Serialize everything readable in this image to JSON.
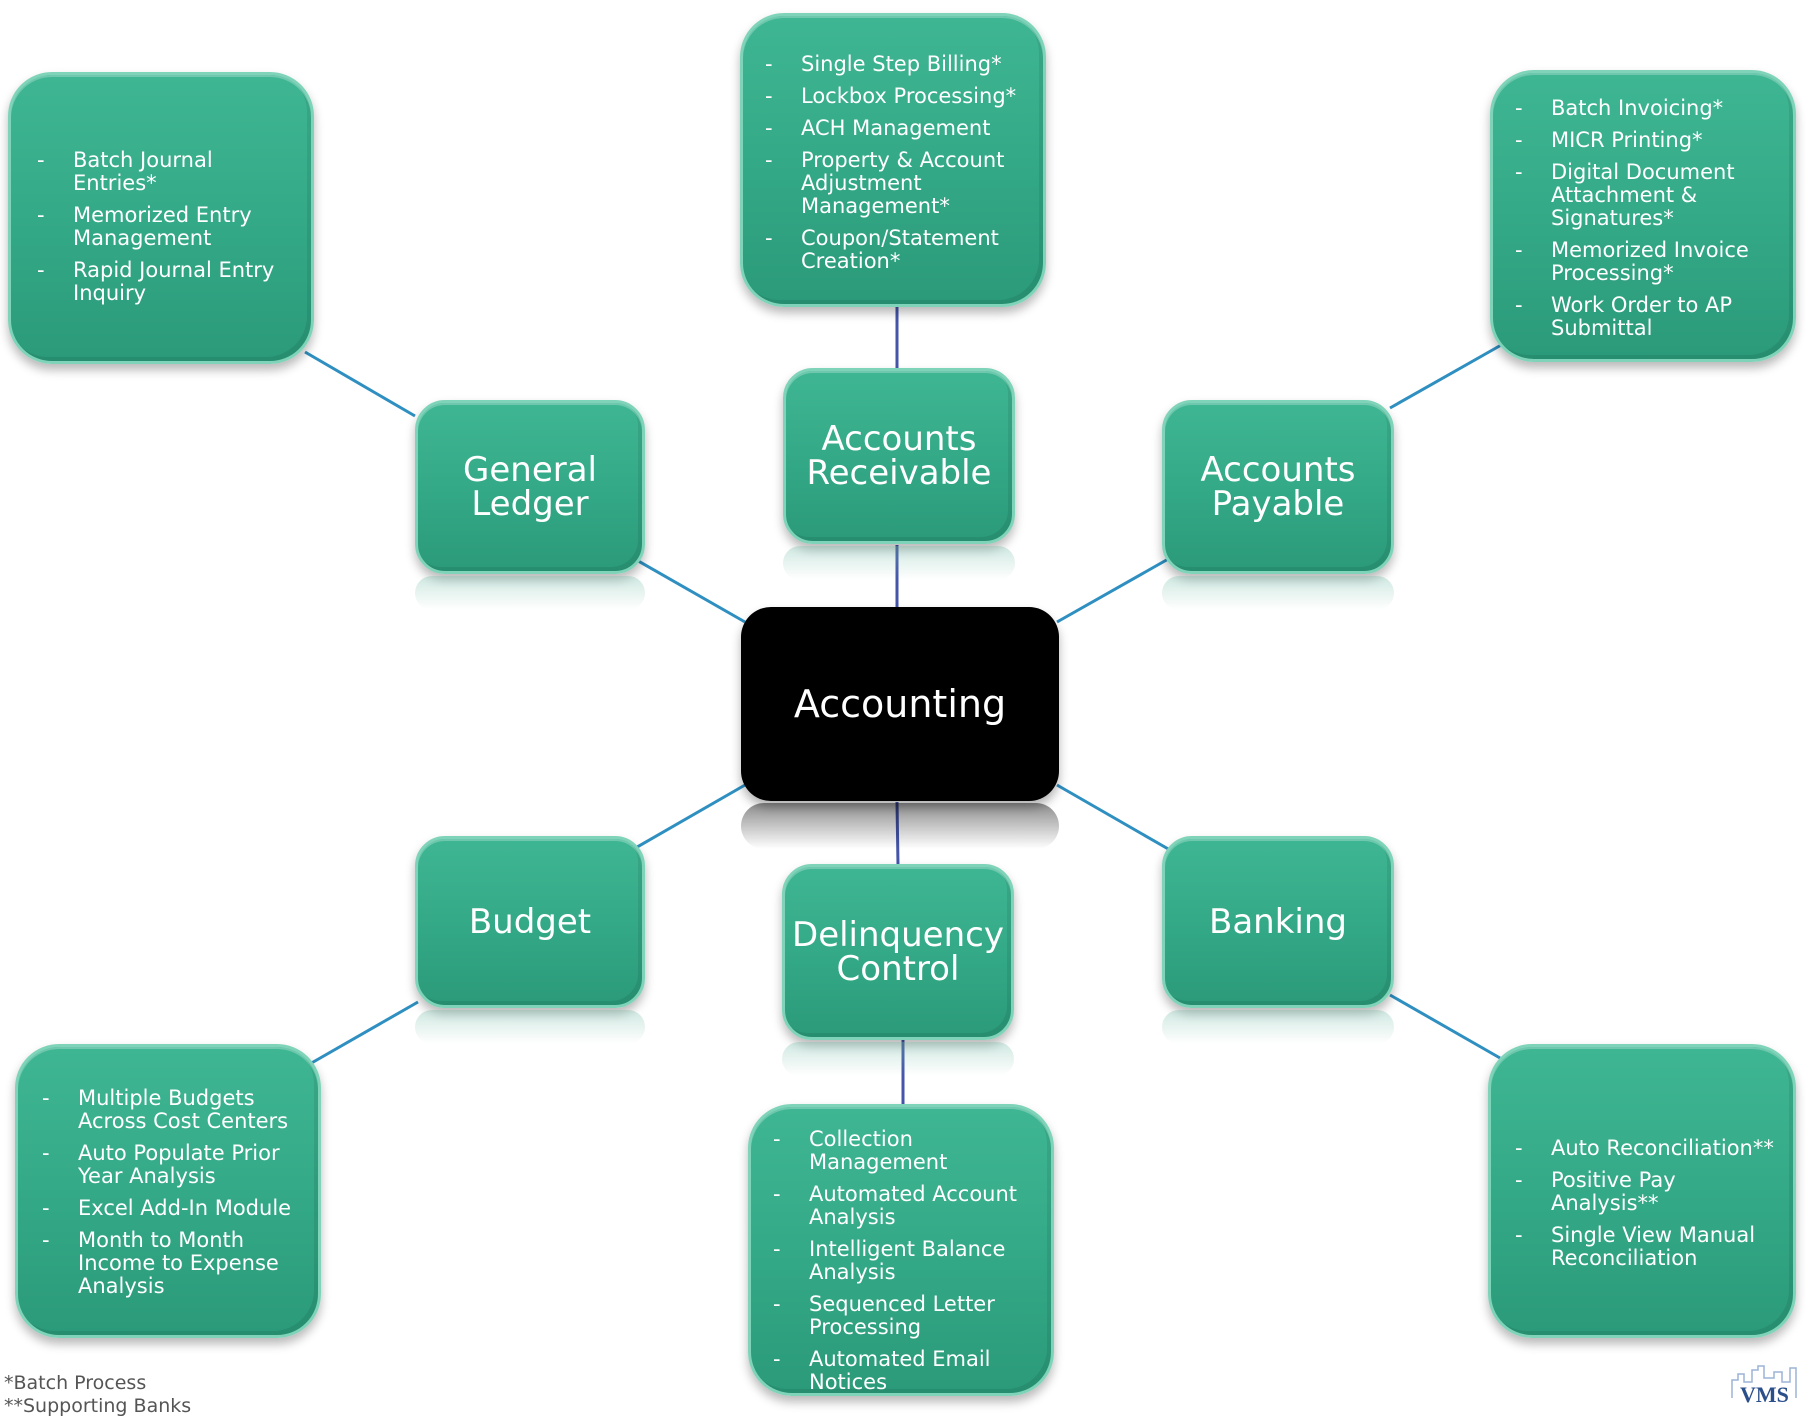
{
  "center": {
    "label": "Accounting"
  },
  "modules": {
    "general_ledger": {
      "title": [
        "General",
        "Ledger"
      ],
      "items": [
        "Batch Journal Entries*",
        "Memorized Entry Management",
        "Rapid Journal Entry Inquiry"
      ]
    },
    "accounts_receivable": {
      "title": [
        "Accounts",
        "Receivable"
      ],
      "items": [
        "Single Step Billing*",
        "Lockbox Processing*",
        "ACH Management",
        "Property  & Account Adjustment Management*",
        "Coupon/Statement Creation*"
      ]
    },
    "accounts_payable": {
      "title": [
        "Accounts",
        "Payable"
      ],
      "items": [
        "Batch Invoicing*",
        "MICR Printing*",
        "Digital Document Attachment & Signatures*",
        "Memorized Invoice Processing*",
        "Work Order to AP Submittal"
      ]
    },
    "budget": {
      "title": [
        "Budget"
      ],
      "items": [
        "Multiple Budgets Across Cost Centers",
        "Auto Populate  Prior Year Analysis",
        "Excel Add-In Module",
        "Month to Month Income to Expense Analysis"
      ]
    },
    "delinquency_control": {
      "title": [
        "Delinquency",
        "Control"
      ],
      "items": [
        "Collection Management",
        "Automated Account Analysis",
        "Intelligent Balance Analysis",
        "Sequenced Letter Processing",
        "Automated Email Notices"
      ]
    },
    "banking": {
      "title": [
        "Banking"
      ],
      "items": [
        "Auto Reconciliation**",
        "Positive Pay Analysis**",
        "Single View Manual Reconciliation"
      ]
    }
  },
  "footnotes": {
    "batch": "*Batch Process",
    "second": "**Supporting Banks"
  },
  "logo": {
    "text": "VMS"
  },
  "colors": {
    "box": "#33a886",
    "border": "#7fd3b8",
    "connector": "#2e8fc0",
    "connector_dark": "#4455aa",
    "center": "#000000"
  }
}
